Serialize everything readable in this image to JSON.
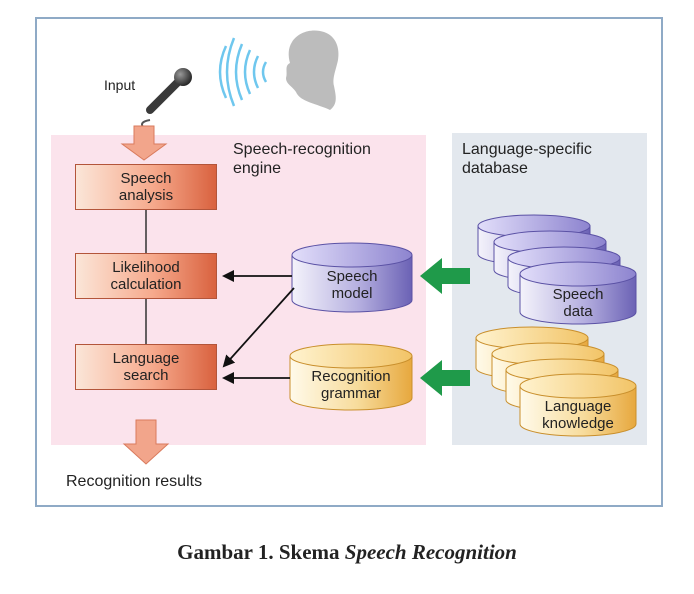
{
  "diagram": {
    "input_label": "Input",
    "engine_title": "Speech-recognition\nengine",
    "db_title": "Language-specific\ndatabase",
    "steps": [
      {
        "label": "Speech\nanalysis"
      },
      {
        "label": "Likelihood\ncalculation"
      },
      {
        "label": "Language\nsearch"
      }
    ],
    "models": [
      {
        "label": "Speech\nmodel"
      },
      {
        "label": "Recognition\ngrammar"
      }
    ],
    "databases": [
      {
        "label": "Speech\ndata"
      },
      {
        "label": "Language\nknowledge"
      }
    ],
    "output_label": "Recognition results",
    "icons": [
      "microphone-icon",
      "speaker-head-icon",
      "sound-waves-icon"
    ],
    "colors": {
      "frame": "#8faac6",
      "engine_panel": "#fbe3ec",
      "db_panel": "#e3e8ee",
      "process_box": "#f6a98c",
      "speech_cylinder": "#8e86cc",
      "grammar_cylinder": "#f5c979",
      "green_arrow": "#1f9a4a",
      "salmon_arrow": "#f2a58b"
    }
  },
  "caption": {
    "prefix": "Gambar 1. Skema ",
    "italic": "Speech Recognition"
  }
}
